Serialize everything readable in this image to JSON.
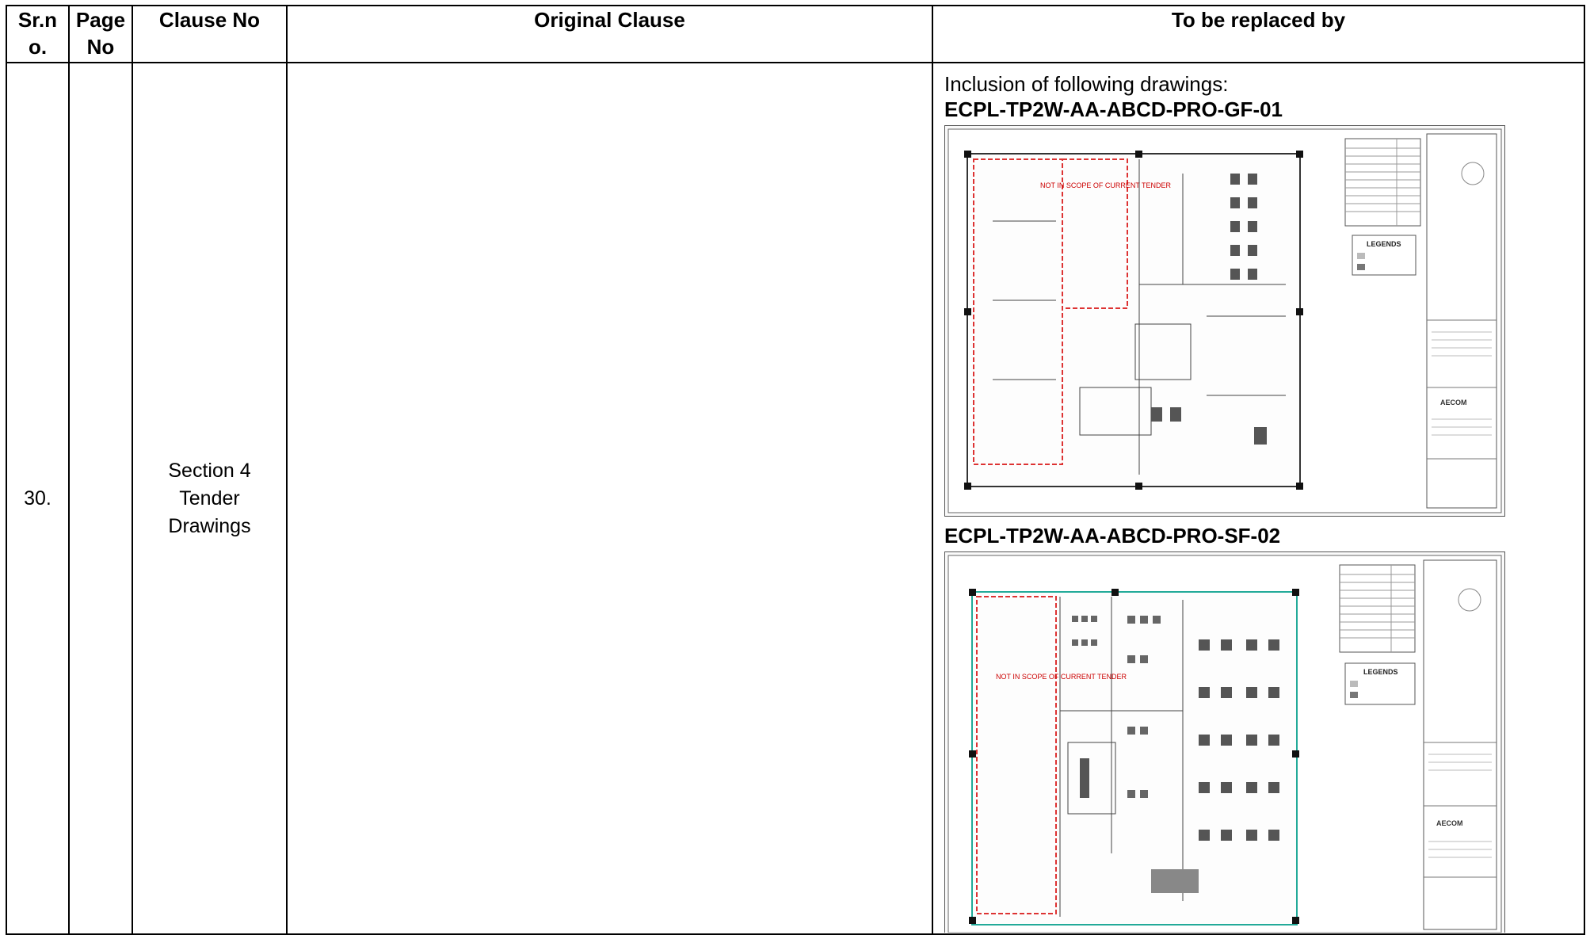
{
  "table": {
    "headers": {
      "sr_no": "Sr.n o.",
      "page_no": "Page No",
      "clause_no": "Clause No",
      "original_clause": "Original Clause",
      "to_be_replaced_by": "To be replaced by"
    },
    "row": {
      "sr_no": "30.",
      "page_no": "",
      "clause_no": "Section 4 Tender Drawings",
      "original_clause": "",
      "intro_text": "Inclusion of following drawings:",
      "drawings": [
        {
          "code": "ECPL-TP2W-AA-ABCD-PRO-GF-01",
          "legend_title": "LEGENDS",
          "scope_note": "NOT IN SCOPE OF CURRENT TENDER",
          "brand": "AECOM"
        },
        {
          "code": "ECPL-TP2W-AA-ABCD-PRO-SF-02",
          "legend_title": "LEGENDS",
          "scope_note": "NOT IN SCOPE OF CURRENT TENDER",
          "brand": "AECOM"
        }
      ]
    }
  }
}
